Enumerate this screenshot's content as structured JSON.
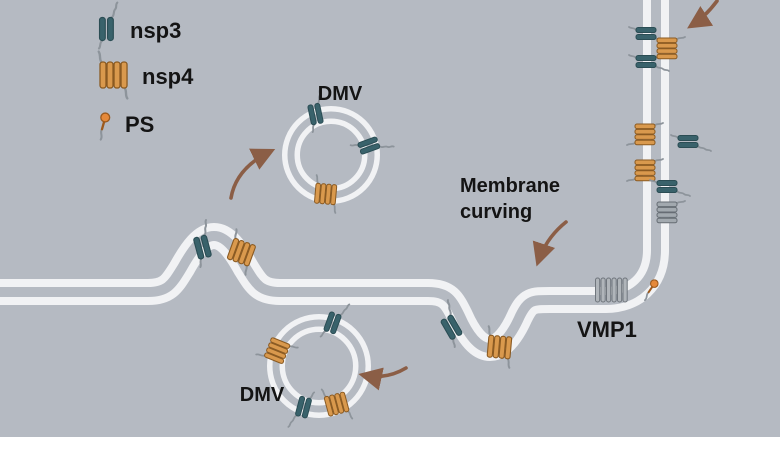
{
  "figure": {
    "legend": [
      {
        "id": "nsp3",
        "label": "nsp3",
        "icon": "teal-helix-pair-icon"
      },
      {
        "id": "nsp4",
        "label": "nsp4",
        "icon": "orange-helix-bundle-icon"
      },
      {
        "id": "ps",
        "label": "PS",
        "icon": "orange-lipid-pin-icon"
      }
    ],
    "labels": {
      "dmv_top": "DMV",
      "dmv_bottom": "DMV",
      "vmp1": "VMP1",
      "membrane_curving_line1": "Membrane",
      "membrane_curving_line2": "curving"
    },
    "icons": {
      "nsp3": "pair of teal transmembrane helices with gray disordered tails",
      "nsp4": "bundle of four orange transmembrane helices with gray tails",
      "ps": "orange phosphatidylserine lipid pin",
      "vmp1": "bundle of six gray transmembrane helices",
      "gray_protein": "bundle of four gray transmembrane helices"
    }
  },
  "colors": {
    "bg": "#b5bac2",
    "membrane": "#f1f2f4",
    "nsp3": "#39626b",
    "nsp4": "#d9994d",
    "gray-protein": "#a2a9af",
    "vmp1": "#b0b5ba",
    "arrow": "#8b5e46",
    "squiggle": "#8d949b",
    "text": "#141414",
    "footer": "#ffffff"
  }
}
